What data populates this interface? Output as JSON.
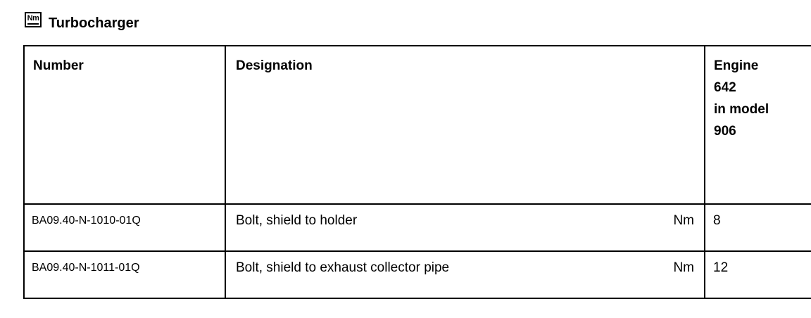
{
  "section": {
    "icon": "torque-nm-icon",
    "icon_text": "Nm",
    "title": "Turbocharger"
  },
  "table": {
    "headers": {
      "number": "Number",
      "designation": "Designation",
      "engine_lines": [
        "Engine",
        "642",
        "in model",
        "906"
      ]
    },
    "rows": [
      {
        "number": "BA09.40-N-1010-01Q",
        "designation": "Bolt, shield to holder",
        "unit": "Nm",
        "value": "8"
      },
      {
        "number": "BA09.40-N-1011-01Q",
        "designation": "Bolt, shield to exhaust collector pipe",
        "unit": "Nm",
        "value": "12"
      }
    ]
  }
}
